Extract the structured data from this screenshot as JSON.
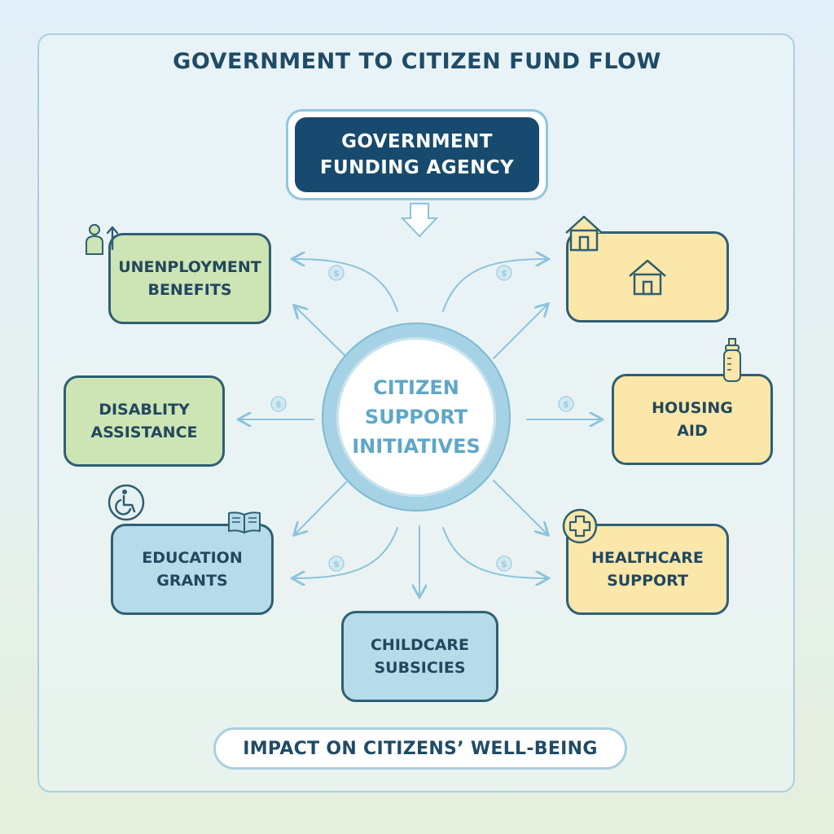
{
  "title": "GOVERNMENT TO CITIZEN FUND FLOW",
  "source": {
    "line1": "GOVERNMENT",
    "line2": "FUNDING AGENCY"
  },
  "hub": {
    "line1": "CITIZEN",
    "line2": "SUPPORT",
    "line3": "INITIATIVES"
  },
  "nodes": {
    "unemployment": {
      "line1": "UNENPLOYMENT",
      "line2": "BENEFITS"
    },
    "disability": {
      "line1": "DISABLITY",
      "line2": "ASSISTANCE"
    },
    "education": {
      "line1": "EDUCATION",
      "line2": "GRANTS"
    },
    "childcare": {
      "line1": "CHILDCARE",
      "line2": "SUBSICIES"
    },
    "housing": {
      "line1": "HOUSING",
      "line2": "AID"
    },
    "healthcare": {
      "line1": "HEALTHCARE",
      "line2": "SUPPORT"
    }
  },
  "impact": "IMPACT ON CITIZENS’ WELL-BEING",
  "currency_symbol": "$",
  "colors": {
    "title": "#1f4b66",
    "agency": "#174a6e",
    "green_node": "#cde4b4",
    "yellow_node": "#fbe7aa",
    "blue_node": "#b6dbe9",
    "hub_text": "#5fa7c7",
    "flow_line": "#8cc3dc"
  },
  "icons": [
    "person-up-arrow-icon",
    "house-icon",
    "house-icon",
    "baby-bottle-icon",
    "wheelchair-icon",
    "book-icon",
    "medical-cross-icon",
    "dollar-coin-icon",
    "down-arrow-icon"
  ]
}
